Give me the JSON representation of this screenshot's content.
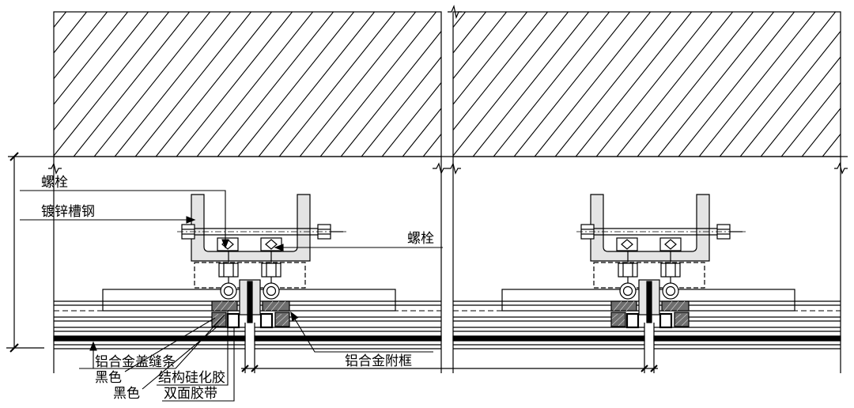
{
  "labels": {
    "bolt_upper": "螺栓",
    "galvanized_channel_steel": "镀锌槽钢",
    "bolt_right": "螺栓",
    "aluminum_cover_strip": "铝合金盖缝条",
    "cover_strip_color": "黑色",
    "structural_silicone": "结构硅化胶",
    "tape_color": "黑色",
    "double_sided_tape": "双面胶带",
    "aluminum_subframe": "铝合金附框"
  },
  "colors": {
    "ink": "#000000",
    "paper": "#ffffff",
    "sealant": "#6e6e6e",
    "steel": "#e4e4e4"
  }
}
